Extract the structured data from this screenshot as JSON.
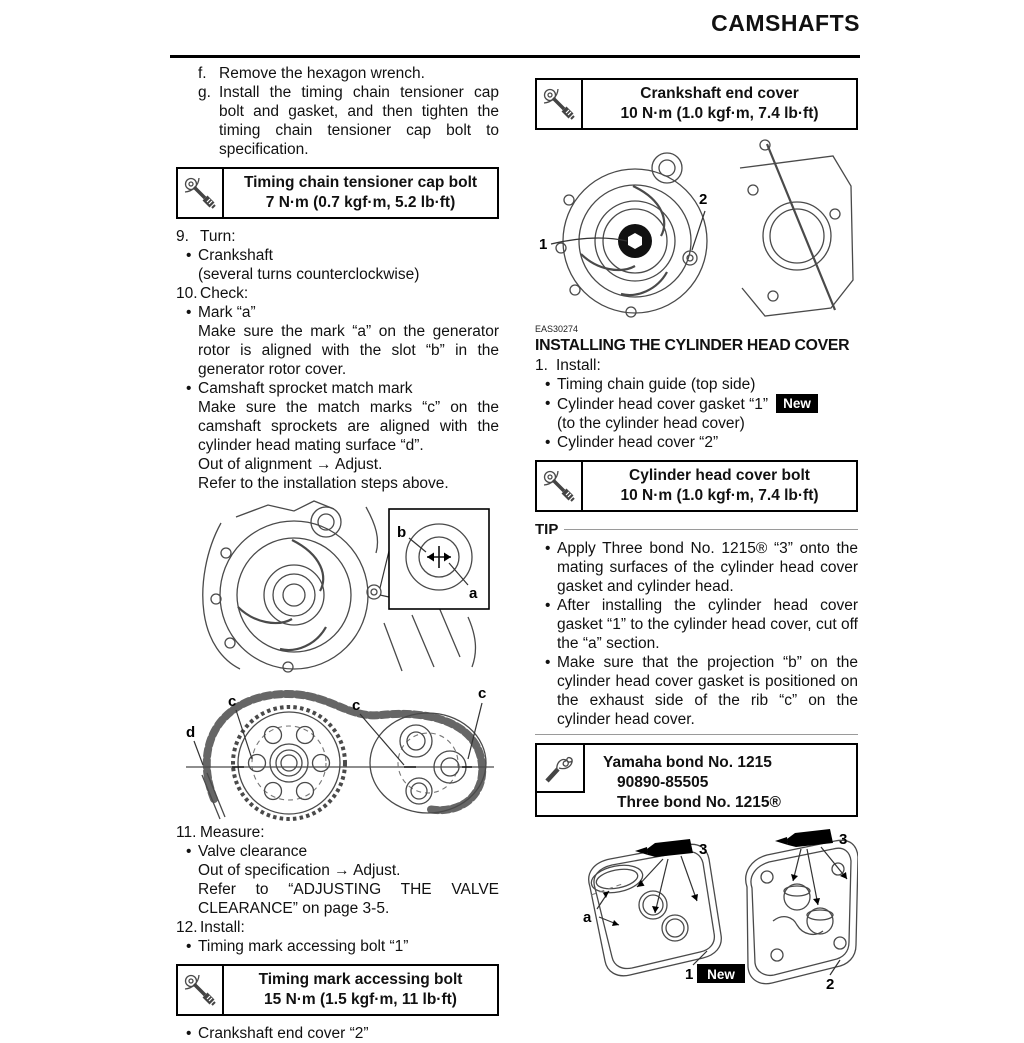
{
  "header": {
    "title": "CAMSHAFTS"
  },
  "left": {
    "step_f_label": "f.",
    "step_f_text": "Remove the hexagon wrench.",
    "step_g_label": "g.",
    "step_g_text": "Install the timing chain tensioner cap bolt and gasket, and then tighten the timing chain tensioner cap bolt to specification.",
    "torque1": {
      "name": "Timing chain tensioner cap bolt",
      "value": "7 N·m (0.7 kgf·m, 5.2 lb·ft)"
    },
    "step9_label": "9.",
    "step9_title": "Turn:",
    "step9_bullet": "Crankshaft",
    "step9_note": "(several turns counterclockwise)",
    "step10_label": "10.",
    "step10_title": "Check:",
    "mark_bullet": "Mark “a”",
    "mark_para": "Make sure the mark “a” on the generator rotor is aligned with the slot “b” in the generator rotor cover.",
    "cam_bullet": "Camshaft sprocket match mark",
    "cam_para": "Make sure the match marks “c” on the camshaft sprockets are aligned with the cylinder head mating surface “d”.",
    "out_align": "Out of alignment → Adjust.",
    "refer_above": "Refer to the installation steps above.",
    "fig_rotor_labels": {
      "b": "b",
      "a": "a"
    },
    "fig_sprocket_labels": {
      "d": "d",
      "c1": "c",
      "c2": "c",
      "c3": "c"
    },
    "step11_label": "11.",
    "step11_title": "Measure:",
    "valve_bullet": "Valve clearance",
    "out_spec": "Out of specification → Adjust.",
    "refer_valve": "Refer to “ADJUSTING THE VALVE CLEARANCE” on page 3-5.",
    "step12_label": "12.",
    "step12_title": "Install:",
    "timing_bullet": "Timing mark accessing bolt “1”",
    "torque2": {
      "name": "Timing mark accessing bolt",
      "value": "15 N·m (1.5 kgf·m, 11 lb·ft)"
    },
    "crank_bullet": "Crankshaft end cover “2”"
  },
  "right": {
    "torque3": {
      "name": "Crankshaft end cover",
      "value": "10 N·m (1.0 kgf·m, 7.4 lb·ft)"
    },
    "fig_cover_labels": {
      "n1": "1",
      "n2": "2"
    },
    "section_code": "EAS30274",
    "section_title": "INSTALLING THE CYLINDER HEAD COVER",
    "step1_label": "1.",
    "step1_title": "Install:",
    "bullet1": "Timing chain guide (top side)",
    "bullet2": "Cylinder head cover gasket “1”",
    "bullet2_badge": "New",
    "bullet2_note": "(to the cylinder head cover)",
    "bullet3": "Cylinder head cover “2”",
    "torque4": {
      "name": "Cylinder head cover bolt",
      "value": "10 N·m (1.0 kgf·m, 7.4 lb·ft)"
    },
    "tip_title": "TIP",
    "tip1": "Apply Three bond No. 1215® “3” onto the mating surfaces of the cylinder head cover gasket and cylinder head.",
    "tip2": "After installing the cylinder head cover gasket “1” to the cylinder head cover, cut off the “a” section.",
    "tip3": "Make sure that the projection “b” on the cylinder head cover gasket is positioned on the exhaust side of the rib “c” on the cylinder head cover.",
    "bond_box": {
      "line1": "Yamaha bond No. 1215",
      "line2": "90890-85505",
      "line3": "Three bond No. 1215®"
    },
    "fig_gasket_labels": {
      "n3a": "3",
      "n3b": "3",
      "n1": "1",
      "new_badge": "New",
      "n2": "2",
      "a": "a"
    }
  },
  "icons": {
    "torque_wrench": "torque-wrench-icon",
    "bond_tool": "bond-applicator-icon",
    "sealant_tube": "sealant-applicator-shape"
  }
}
